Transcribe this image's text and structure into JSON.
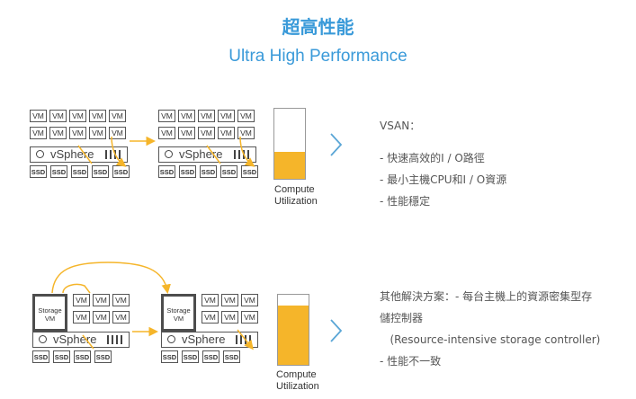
{
  "header": {
    "title_zh": "超高性能",
    "title_en": "Ultra High Performance"
  },
  "labels": {
    "vm": "VM",
    "vsphere": "vSphere",
    "ssd": "SSD",
    "storage_vm_line1": "Storage",
    "storage_vm_line2": "VM",
    "compute_line1": "Compute",
    "compute_line2": "Utilization"
  },
  "top": {
    "utilization_fraction": 0.38,
    "heading": "VSAN：",
    "items": [
      "- 快速高效的I / O路徑",
      "- 最小主機CPU和I / O資源",
      "- 性能穩定"
    ]
  },
  "bottom": {
    "utilization_fraction": 0.85,
    "lines": [
      "其他解決方案：- 每台主機上的資源密集型存",
      "儲控制器",
      "   (Resource-intensive storage controller)",
      "- 性能不一致"
    ]
  },
  "colors": {
    "accent_blue": "#3a9ad9",
    "orange": "#f5b52a",
    "chevron": "#5aa6d6"
  }
}
